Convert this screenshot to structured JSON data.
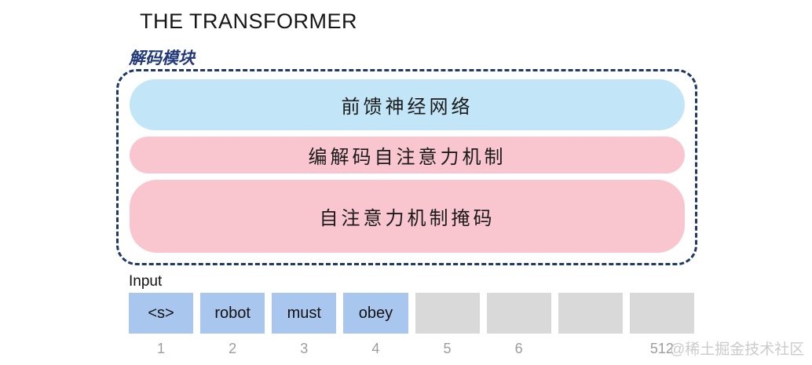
{
  "title": "THE TRANSFORMER",
  "decoder": {
    "label": "解码模块",
    "border_color": "#1f3864",
    "label_color": "#223a7a",
    "blocks": [
      {
        "name": "feed-forward",
        "label": "前馈神经网络",
        "color": "#c2e6f7"
      },
      {
        "name": "encoder-decoder-self-attention",
        "label": "编解码自注意力机制",
        "color": "#f9c6d0"
      },
      {
        "name": "masked-self-attention",
        "label": "自注意力机制掩码",
        "color": "#f9c6d0"
      }
    ]
  },
  "input": {
    "label": "Input",
    "token_fill_color": "#a9c6ee",
    "empty_fill_color": "#d9d9d9",
    "tokens": [
      {
        "text": "<s>",
        "bg": "#a9c6ee",
        "index": "1"
      },
      {
        "text": "robot",
        "bg": "#a9c6ee",
        "index": "2"
      },
      {
        "text": "must",
        "bg": "#a9c6ee",
        "index": "3"
      },
      {
        "text": "obey",
        "bg": "#a9c6ee",
        "index": "4"
      },
      {
        "text": "",
        "bg": "#d9d9d9",
        "index": "5"
      },
      {
        "text": "",
        "bg": "#d9d9d9",
        "index": "6"
      },
      {
        "text": "",
        "bg": "#d9d9d9",
        "index": ""
      },
      {
        "text": "",
        "bg": "#d9d9d9",
        "index": "512"
      }
    ]
  },
  "watermark": "@稀土掘金技术社区"
}
